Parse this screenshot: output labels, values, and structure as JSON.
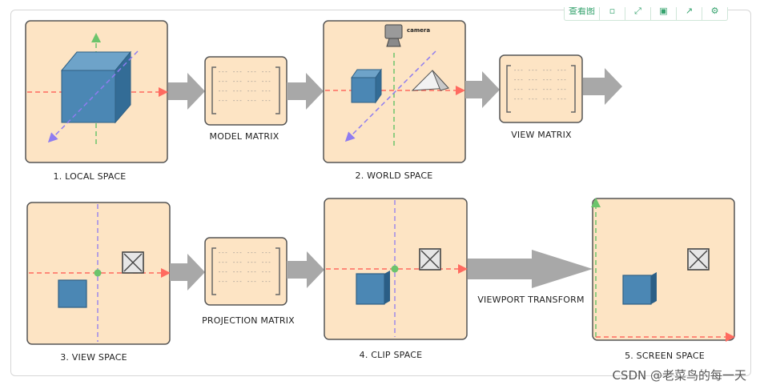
{
  "toolbar": {
    "items": [
      {
        "icon": "zoom-icon",
        "label": "查看图"
      },
      {
        "icon": "copy-icon",
        "label": "▫"
      },
      {
        "icon": "expand-icon",
        "label": "⤢"
      },
      {
        "icon": "save-icon",
        "label": "▣"
      },
      {
        "icon": "share-icon",
        "label": "↗"
      },
      {
        "icon": "gear-icon",
        "label": "⚙"
      }
    ]
  },
  "diagram": {
    "local_space": "1. LOCAL SPACE",
    "model_matrix": "MODEL MATRIX",
    "world_space": "2. WORLD SPACE",
    "camera": "camera",
    "view_matrix": "VIEW MATRIX",
    "view_space": "3. VIEW SPACE",
    "projection_matrix": "PROJECTION MATRIX",
    "clip_space": "4. CLIP SPACE",
    "viewport_transform": "VIEWPORT TRANSFORM",
    "screen_space": "5. SCREEN SPACE",
    "matrix_cell": "---"
  },
  "watermark": "CSDN @老菜鸟的每一天",
  "colors": {
    "panel_fill": "#fde4c4",
    "panel_stroke": "#555555",
    "cube_front": "#4b87b4",
    "cube_top": "#6ea3c9",
    "cube_side": "#336c96",
    "axis_x": "#ff6a5f",
    "axis_y": "#6cc46c",
    "axis_z": "#8f7cf0",
    "arrow": "#a8a8a8"
  }
}
